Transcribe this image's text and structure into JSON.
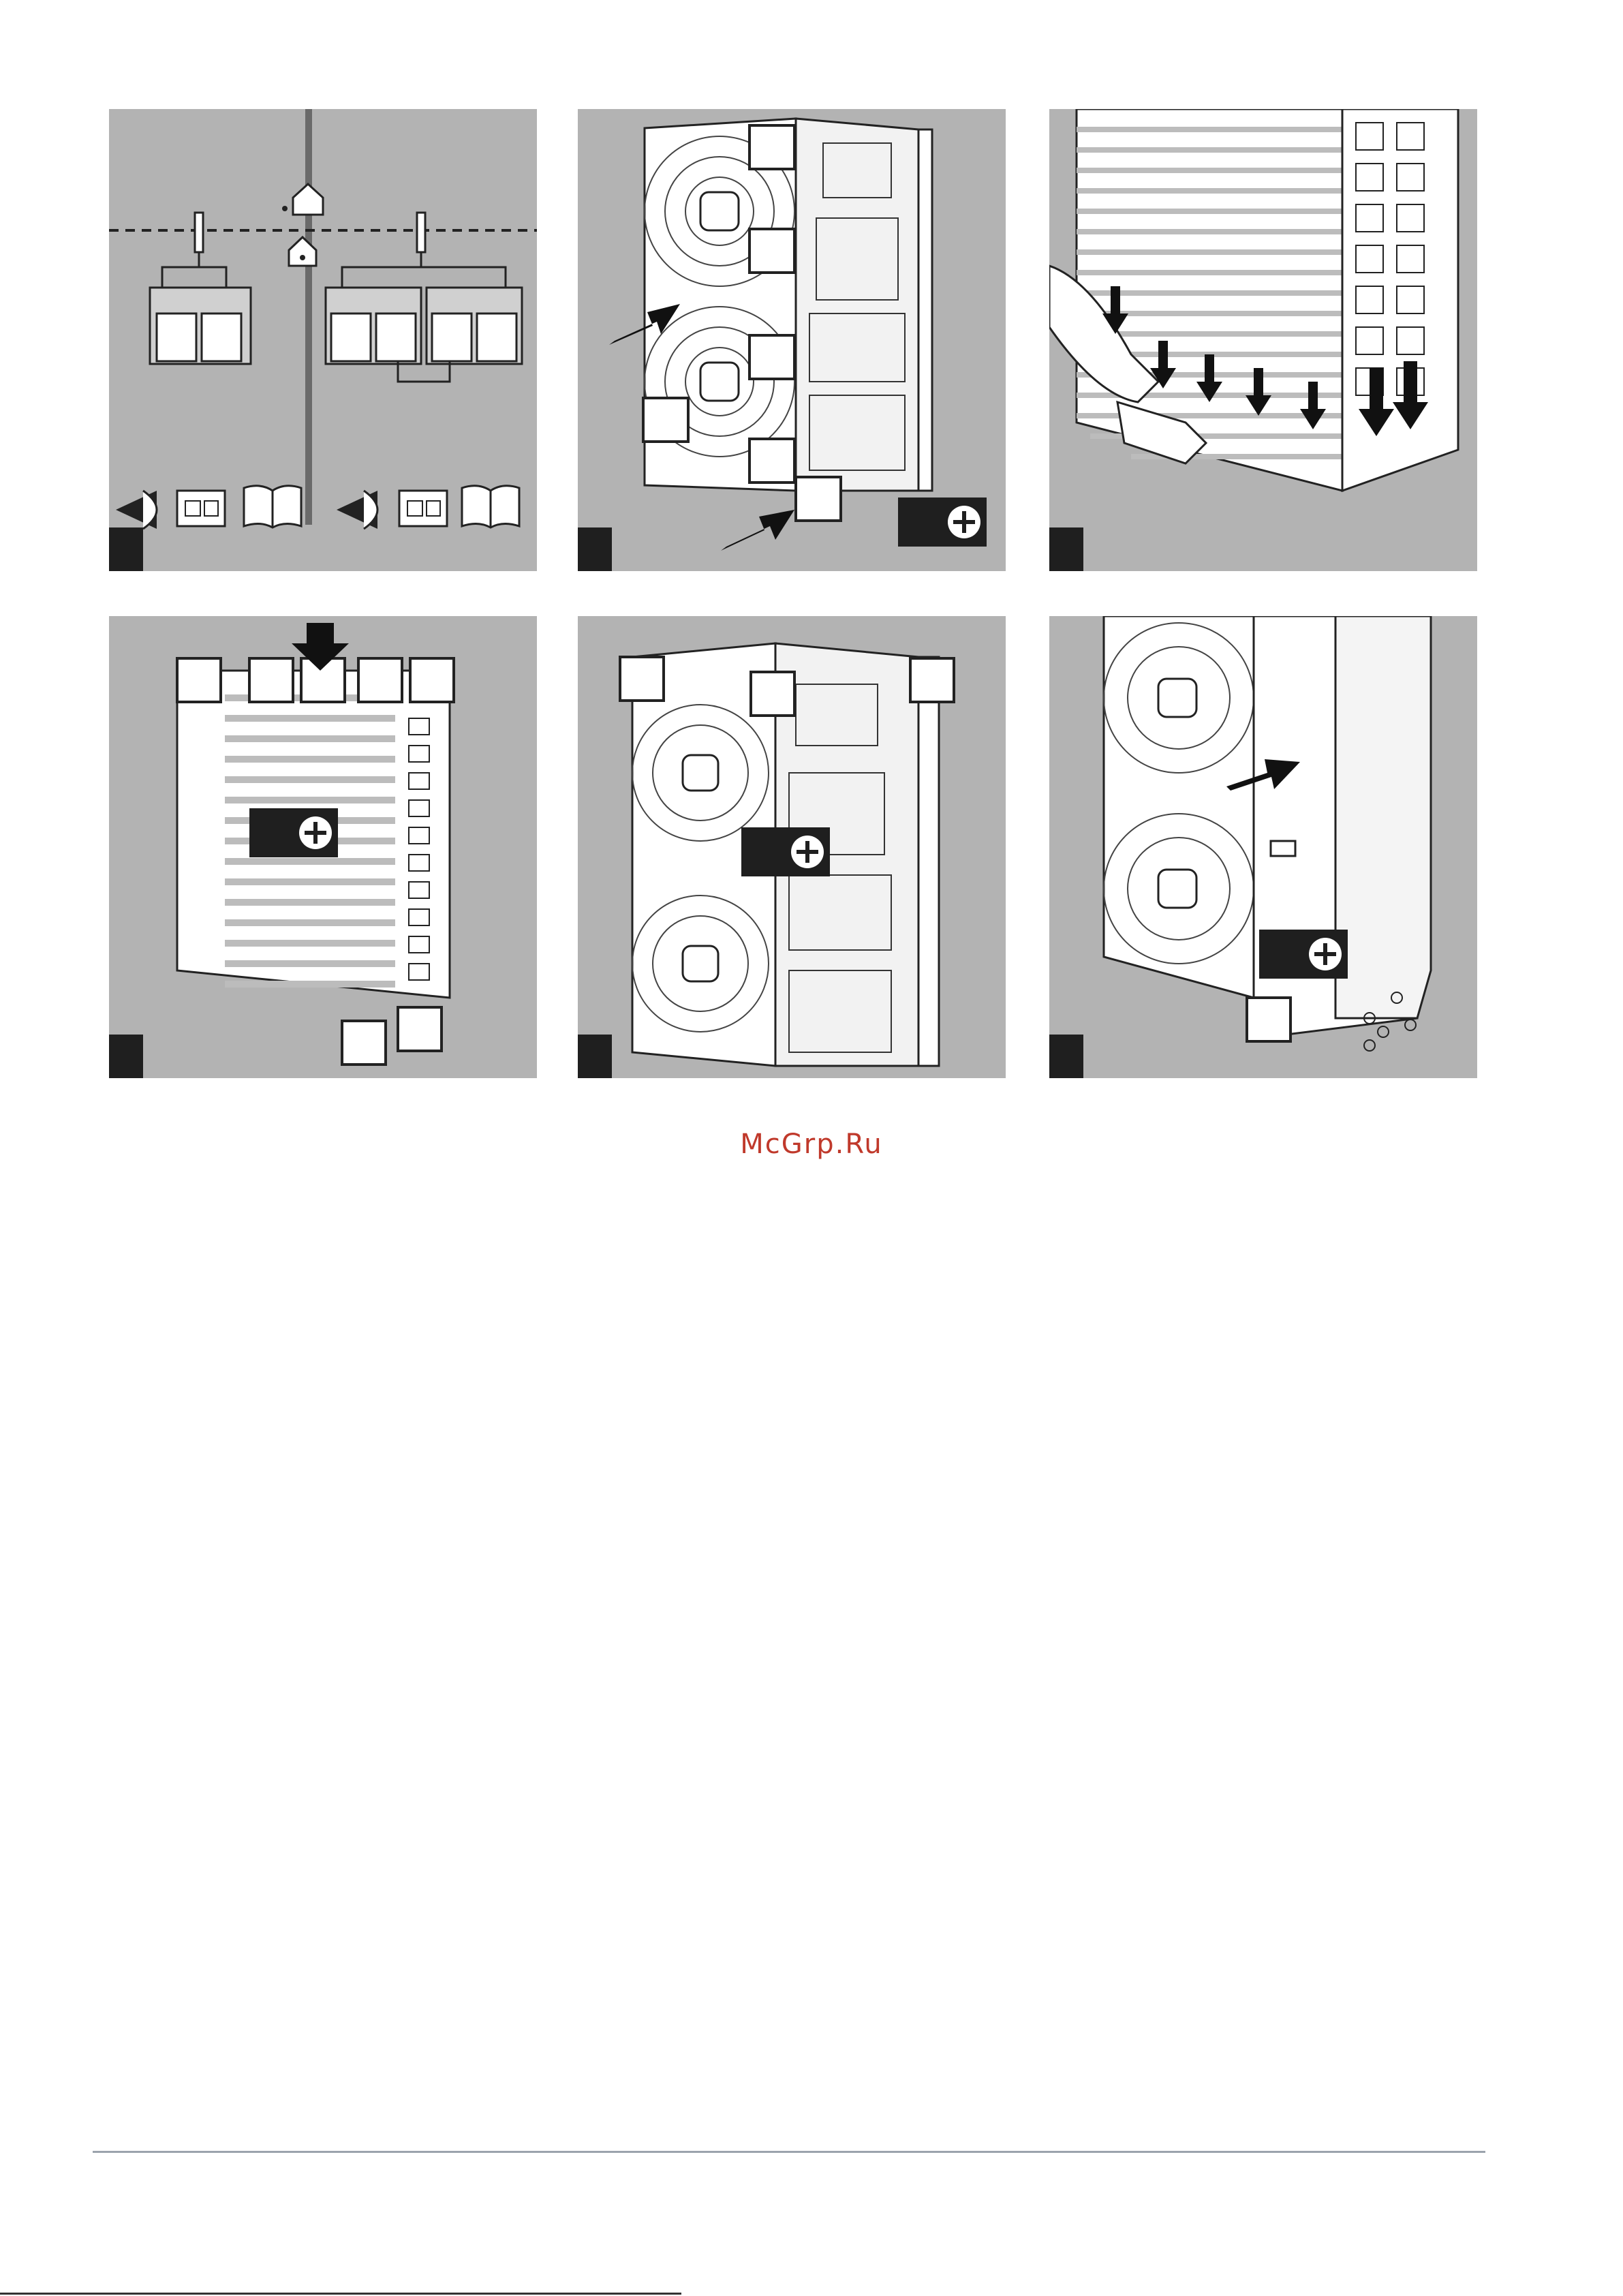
{
  "page": {
    "watermark": "McGrp.Ru"
  },
  "panels": [
    {
      "id": 1,
      "subject": "installation-scheme",
      "icons": [
        "eye-icon",
        "manual-card-icon",
        "book-icon",
        "house-icon"
      ]
    },
    {
      "id": 2,
      "subject": "unit-open-front",
      "icons": [
        "arrow-icon",
        "screwdriver-icon"
      ]
    },
    {
      "id": 3,
      "subject": "panel-mounting-hands",
      "icons": [
        "arrow-down-icon"
      ]
    },
    {
      "id": 4,
      "subject": "rear-panel-top-clips",
      "icons": [
        "arrow-down-icon",
        "screwdriver-icon"
      ]
    },
    {
      "id": 5,
      "subject": "unit-wiring-clips",
      "icons": [
        "screwdriver-icon"
      ]
    },
    {
      "id": 6,
      "subject": "side-panel-attach",
      "icons": [
        "arrow-icon",
        "screwdriver-icon"
      ]
    }
  ],
  "colors": {
    "panel_bg": "#b3b3b3",
    "step_box": "#1f1f1f",
    "line": "#222222",
    "watermark": "#c0392b",
    "footer_rule": "#9ba3ad"
  }
}
